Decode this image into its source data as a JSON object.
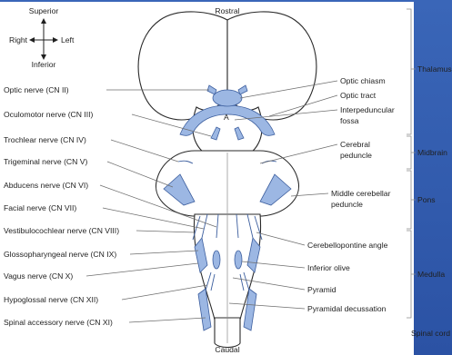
{
  "orientation": {
    "superior": "Superior",
    "inferior": "Inferior",
    "right": "Right",
    "left": "Left"
  },
  "directions": {
    "rostral": "Rostral",
    "caudal": "Caudal"
  },
  "left_labels": [
    "Optic nerve (CN II)",
    "Oculomotor nerve (CN III)",
    "Trochlear nerve (CN IV)",
    "Trigeminal nerve (CN V)",
    "Abducens nerve (CN VI)",
    "Facial nerve (CN VII)",
    "Vestibulocochlear nerve (CN VIII)",
    "Glossopharyngeal nerve (CN IX)",
    "Vagus nerve (CN X)",
    "Hypoglossal nerve (CN XII)",
    "Spinal accessory nerve (CN XI)"
  ],
  "right_labels": [
    "Optic chiasm",
    "Optic tract",
    "Interpeduncular",
    "fossa",
    "Cerebral",
    "peduncle",
    "Middle cerebellar",
    "peduncle",
    "Cerebellopontine angle",
    "Inferior olive",
    "Pyramid",
    "Pyramidal decussation"
  ],
  "regions": {
    "thalamus": "Thalamus",
    "midbrain": "Midbrain",
    "pons": "Pons",
    "medulla": "Medulla",
    "spinal_cord": "Spinal cord"
  },
  "colors": {
    "background": "#2d56a8",
    "panel": "#ffffff",
    "nerve_fill": "#9cb7e3",
    "nerve_stroke": "#3c5e9e"
  }
}
